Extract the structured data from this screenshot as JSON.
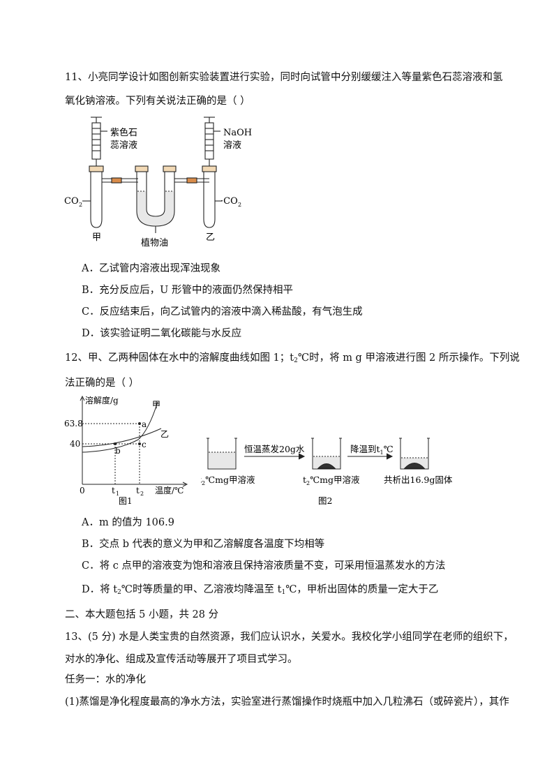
{
  "q11": {
    "stem_line1": "11、小亮同学设计如图创新实验装置进行实验，同时向试管中分别缓缓注入等量紫色石蕊溶液和氢",
    "stem_line2": "氧化钠溶液。下列有关说法正确的是（    ）",
    "figure": {
      "left_reagent_line1": "紫色石",
      "left_reagent_line2": "蕊溶液",
      "right_reagent_line1": "NaOH",
      "right_reagent_line2": "溶液",
      "co2_left": "CO",
      "co2_right": "·CO",
      "co2_sub": "2",
      "tube_left": "甲",
      "tube_right": "乙",
      "oil_label": "植物油"
    },
    "options": [
      "A．乙试管内溶液出现浑浊现象",
      "B．充分反应后，U 形管中的液面仍然保持相平",
      "C．反应结束后，向乙试管内的溶液中滴入稀盐酸，有气泡生成",
      "D．该实验证明二氧化碳能与水反应"
    ]
  },
  "q12": {
    "stem_line1_a": "12、甲、乙两种固体在水中的溶解度曲线如图 1；t",
    "stem_sub": "2",
    "stem_line1_b": "℃时，将 m g 甲溶液进行图 2 所示操作。下列说",
    "stem_line2": "法正确的是（    ）",
    "fig1": {
      "ylabel": "溶解度/g",
      "y_tick_high": "63.8",
      "y_tick_low": "40",
      "origin": "0",
      "x_tick1": "t",
      "x_tick1_sub": "1",
      "x_tick2": "t",
      "x_tick2_sub": "2",
      "xlabel": "温度/℃",
      "curve_jia": "甲",
      "curve_yi": "乙",
      "point_a": "a",
      "point_b": "b",
      "point_c": "c",
      "caption": "图1"
    },
    "fig2": {
      "step1": "恒温蒸发20g水",
      "step2_a": "降温到t",
      "step2_sub": "1",
      "step2_b": "℃",
      "beaker1_a": "t",
      "beaker1_sub": "2",
      "beaker1_b": "℃mg甲溶液",
      "beaker2_a": "t",
      "beaker2_sub": "2",
      "beaker2_b": "℃mg甲溶液",
      "beaker3": "共析出16.9g固体",
      "caption": "图2"
    },
    "opt_a": "A．m 的值为 106.9",
    "opt_b": "B．交点 b 代表的意义为甲和乙溶解度各温度下均相等",
    "opt_c": "C．将 c 点甲的溶液变为饱和溶液且保持溶液质量不变，可采用恒温蒸发水的方法",
    "opt_d_a": "D．将 t",
    "opt_d_sub1": "2",
    "opt_d_b": "℃时等质量的甲、乙溶液均降温至 t",
    "opt_d_sub2": "1",
    "opt_d_c": "℃，甲析出固体的质量一定大于乙"
  },
  "section2": {
    "heading": "二、本大题包括 5 小题，共 28 分"
  },
  "q13": {
    "stem_line1": "13、(5 分) 水是人类宝贵的自然资源，我们应认识水，关爱水。我校化学小组同学在老师的组织下，",
    "stem_line2": "对水的净化、组成及宣传活动等展开了项目式学习。",
    "task1": "任务一：水的净化",
    "sub1": "(1)蒸馏是净化程度最高的净水方法，实验室进行蒸馏操作时烧瓶中加入几粒沸石（或碎瓷片），其作"
  }
}
